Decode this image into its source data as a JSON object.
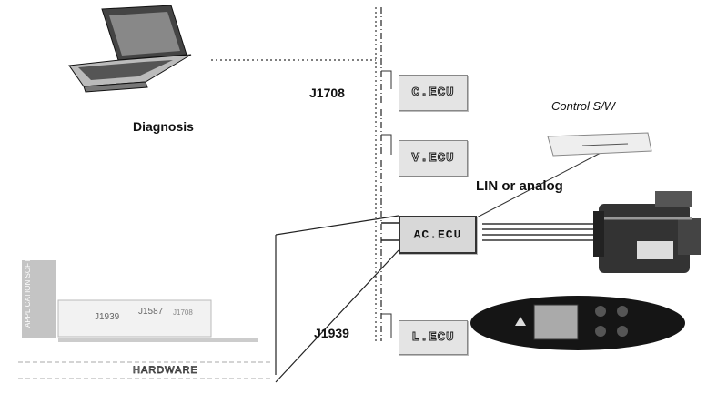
{
  "labels": {
    "j1708": "J1708",
    "diagnosis": "Diagnosis",
    "control_sw": "Control S/W",
    "lin": "LIN or analog",
    "j1939": "J1939"
  },
  "ecus": {
    "c": "C.ECU",
    "v": "V.ECU",
    "ac": "AC.ECU",
    "l": "L.ECU"
  },
  "hardware": {
    "label": "HARDWARE",
    "stack": [
      "J1939",
      "J1587",
      "J1708"
    ],
    "side": "APPLICATION SOFTWARE"
  }
}
